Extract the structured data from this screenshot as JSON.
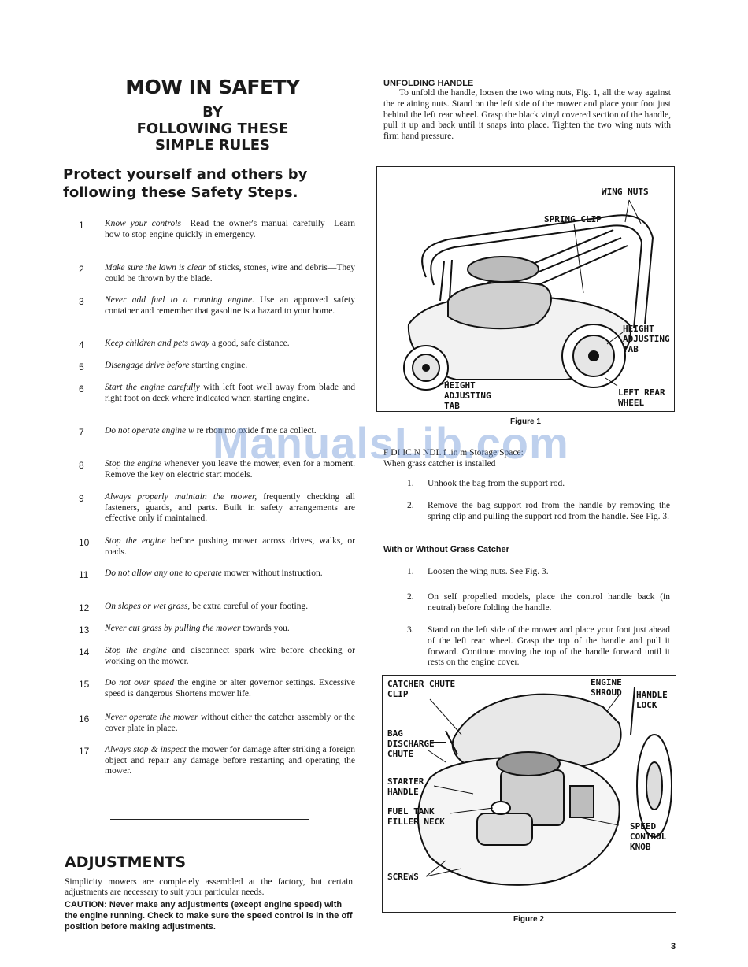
{
  "left": {
    "title_main": "MOW IN SAFETY",
    "title_sub": [
      "BY",
      "FOLLOWING THESE",
      "SIMPLE RULES"
    ],
    "intro": "Protect yourself and others by following these Safety Steps.",
    "rules": [
      {
        "num": "1",
        "em": "Know your controls",
        "text": "—Read the owner's manual carefully—Learn how to stop engine quickly in emergency."
      },
      {
        "num": "2",
        "em": "Make sure the lawn is clear",
        "text": " of sticks, stones, wire and debris—They could be thrown by the blade."
      },
      {
        "num": "3",
        "em": "Never add fuel to a running engine.",
        "text": " Use an approved safety container and remember that gasoline is a hazard to your home."
      },
      {
        "num": "4",
        "em": "Keep children and pets away",
        "text": " a good, safe distance."
      },
      {
        "num": "5",
        "em": "Disengage drive before",
        "text": " starting engine."
      },
      {
        "num": "6",
        "em": "Start the engine carefully",
        "text": " with left foot well away from blade and right foot on deck where indicated when starting engine."
      },
      {
        "num": "7",
        "em": "Do not operate engine w",
        "text": "  re  rbon mo oxide f  me  ca collect."
      },
      {
        "num": "8",
        "em": "Stop the engine",
        "text": " whenever you leave the mower, even for a moment. Remove the key on electric start models."
      },
      {
        "num": "9",
        "em": "Always properly maintain the mower,",
        "text": " frequently checking all fasteners, guards, and parts. Built in safety arrangements are effective only if maintained."
      },
      {
        "num": "10",
        "em": "Stop the engine",
        "text": " before pushing mower across drives, walks, or roads."
      },
      {
        "num": "11",
        "em": "Do not allow any one to operate",
        "text": " mower without instruction."
      },
      {
        "num": "12",
        "em": "On slopes or wet grass,",
        "text": " be extra careful of your footing."
      },
      {
        "num": "13",
        "em": "Never cut grass by pulling the mower",
        "text": " towards you."
      },
      {
        "num": "14",
        "em": "Stop the engine",
        "text": " and disconnect spark wire before checking or working on the mower."
      },
      {
        "num": "15",
        "em": "Do not over speed",
        "text": " the engine or alter governor settings. Excessive speed is dangerous Shortens mower life."
      },
      {
        "num": "16",
        "em": "Never operate the mower",
        "text": " without either the catcher assembly or the cover plate in place."
      },
      {
        "num": "17",
        "em": "Always stop & inspect",
        "text": " the mower for damage after striking a foreign object and repair any damage before restarting and operating the mower."
      }
    ],
    "adjustments_title": "ADJUSTMENTS",
    "adjustments_p1": "Simplicity mowers are completely assembled at the factory, but certain adjustments are necessary to suit your particular needs.",
    "adjustments_caution": "CAUTION: Never make any adjustments (except engine speed) with the engine running. Check to make sure the speed control is in the off position before making adjustments."
  },
  "right": {
    "unfold_head": "UNFOLDING HANDLE",
    "unfold_text": "To unfold the handle, loosen the two wing nuts, Fig. 1, all the way against the retaining nuts. Stand on the left side of the mower and place your foot just behind the left rear wheel. Grasp the black vinyl covered section of the handle, pull it up and back until it snaps into place. Tighten the two wing nuts with firm hand pressure.",
    "fig1_labels": {
      "wing_nuts": "WING NUTS",
      "spring_clip": "SPRING CLIP",
      "height_tab_right": "HEIGHT\nADJUSTING\nTAB",
      "height_tab_left": "HEIGHT\nADJUSTING\nTAB",
      "left_rear_wheel": "LEFT REAR\nWHEEL"
    },
    "fig1_caption": "Figure 1",
    "folding_head": "F  DI IC  N  NDL    f  .in  m  Storage Space:",
    "folding_sub": "When grass catcher is installed",
    "steps_a": [
      {
        "n": "1.",
        "t": "Unhook the bag from the support rod."
      },
      {
        "n": "2.",
        "t": "Remove the bag support rod from the handle by removing the spring clip and pulling the support rod from the handle. See Fig. 3."
      }
    ],
    "with_without_head": "With or Without Grass Catcher",
    "steps_b": [
      {
        "n": "1.",
        "t": "Loosen the wing nuts.  See Fig. 3."
      },
      {
        "n": "2.",
        "t": "On self propelled models, place the control handle back (in neutral) before folding the handle."
      },
      {
        "n": "3.",
        "t": "Stand on the left side of the mower and place your foot just ahead of the left rear wheel. Grasp the top of the handle and pull it forward. Continue moving the top of the handle forward until it rests on the engine cover."
      }
    ],
    "fig2_labels": {
      "catcher_chute_clip": "CATCHER CHUTE\nCLIP",
      "engine_shroud": "ENGINE\nSHROUD",
      "handle_lock": "HANDLE\nLOCK",
      "bag_discharge_chute": "BAG\nDISCHARGE\nCHUTE",
      "starter_handle": "STARTER\nHANDLE",
      "fuel_tank": "FUEL TANK\nFILLER NECK",
      "speed_control": "SPEED\nCONTROL\nKNOB",
      "screws": "SCREWS"
    },
    "fig2_caption": "Figure 2"
  },
  "watermark": "ManualsLib.com",
  "page_number": "3"
}
